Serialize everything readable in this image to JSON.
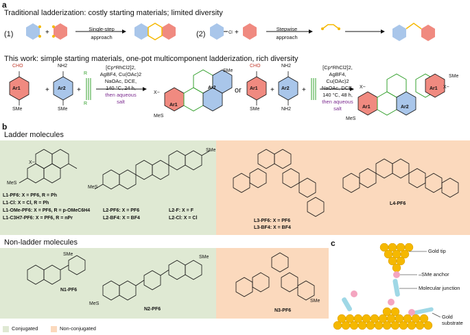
{
  "panel_a": {
    "letter": "a",
    "traditional_title": "Traditional ladderization: costly starting materials; limited diversity",
    "route1_number": "(1)",
    "route1_arrow_top": "Single-step",
    "route1_arrow_bottom": "approach",
    "route2_number": "(2)",
    "route2_arrow_top": "Stepwise",
    "route2_arrow_bottom": "approach",
    "this_work_title": "This work: simple starting materials, one-pot multicomponent ladderization, rich diversity",
    "left_conditions": [
      "[Cp*RhCl2]2,",
      "AgBF4, Cu(OAc)2",
      "NaOAc, DCE,",
      "140 °C, 24 h,",
      "then aqueous",
      "salt"
    ],
    "right_conditions": [
      "[Cp*RhCl2]2,",
      "AgBF4, Cu(OAc)2",
      "NaOAc, DCE,",
      "140 °C, 48 h,",
      "then aqueous",
      "salt"
    ],
    "or_label": "or",
    "labels": {
      "ar1": "Ar1",
      "ar2": "Ar2",
      "cho": "CHO",
      "nh2": "NH2",
      "sme": "SMe",
      "r": "R",
      "xminus": "X−",
      "mes": "MeS"
    }
  },
  "panel_b": {
    "letter": "b",
    "ladder_title": "Ladder molecules",
    "nonladder_title": "Non-ladder molecules",
    "l1_labels": [
      "L1-PF6: X = PF6, R = Ph",
      "L1-Cl: X = Cl, R = Ph",
      "L1-OMe-PF6: X = PF6, R = p-OMeC6H4",
      "L1-C3H7-PF6: X = PF6, R = nPr"
    ],
    "l2_labels": [
      "L2-PF6: X = PF6",
      "L2-BF4: X = BF4",
      "L2-F: X = F",
      "L2-Cl: X = Cl"
    ],
    "l3_labels": [
      "L3-PF6: X = PF6",
      "L3-BF4: X = BF4"
    ],
    "l4_label": "L4-PF6",
    "n1_label": "N1-PF6",
    "n2_label": "N2-PF6",
    "n3_label": "N3-PF6",
    "legend": [
      {
        "label": "Conjugated",
        "color": "#dfe9d3"
      },
      {
        "label": "Non-conjugated",
        "color": "#fbd9bd"
      }
    ]
  },
  "panel_c": {
    "letter": "c",
    "labels": [
      "Gold tip",
      "–SMe anchor",
      "Molecular junction",
      "Gold substrate"
    ],
    "gold_color": "#f5b800",
    "sulfur_color": "#f4a5c0",
    "bond_color": "#9fd8e6"
  },
  "colors": {
    "ar1_fill": "#f08a80",
    "ar2_fill": "#a9c6ea",
    "conjugated": "#dfe9d3",
    "nonconjugated": "#fbd9bd"
  }
}
